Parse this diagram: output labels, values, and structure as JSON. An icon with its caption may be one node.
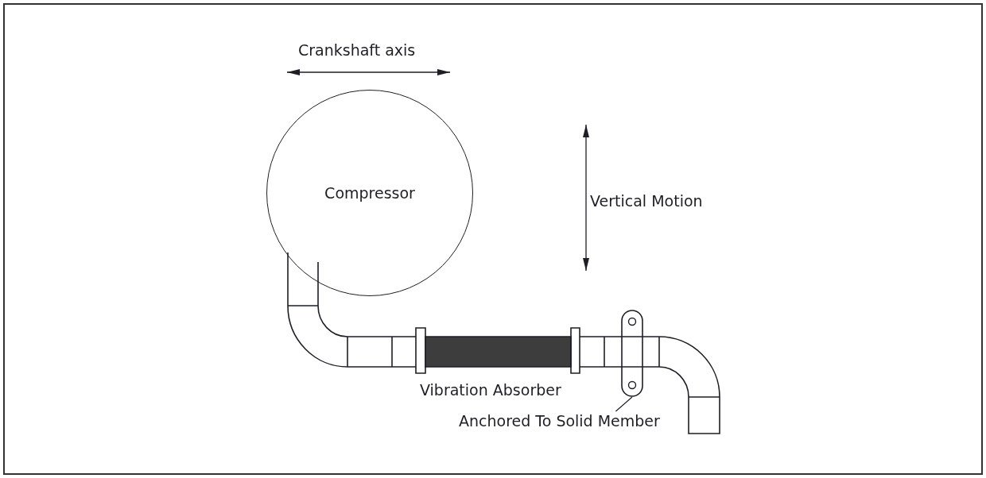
{
  "diagram": {
    "nodes": [
      {
        "text": [
          "Compressor"
        ]
      },
      {
        "text": [
          "Anchored To Solid Member"
        ]
      },
      {
        "text": [],
        "shape": "bracket"
      }
    ],
    "edges": [
      {
        "from": 1,
        "to": 2,
        "arrow": "none"
      }
    ],
    "labels": [
      "Crankshaft axis",
      "Vertical Motion",
      "Vibration Absorber"
    ]
  }
}
